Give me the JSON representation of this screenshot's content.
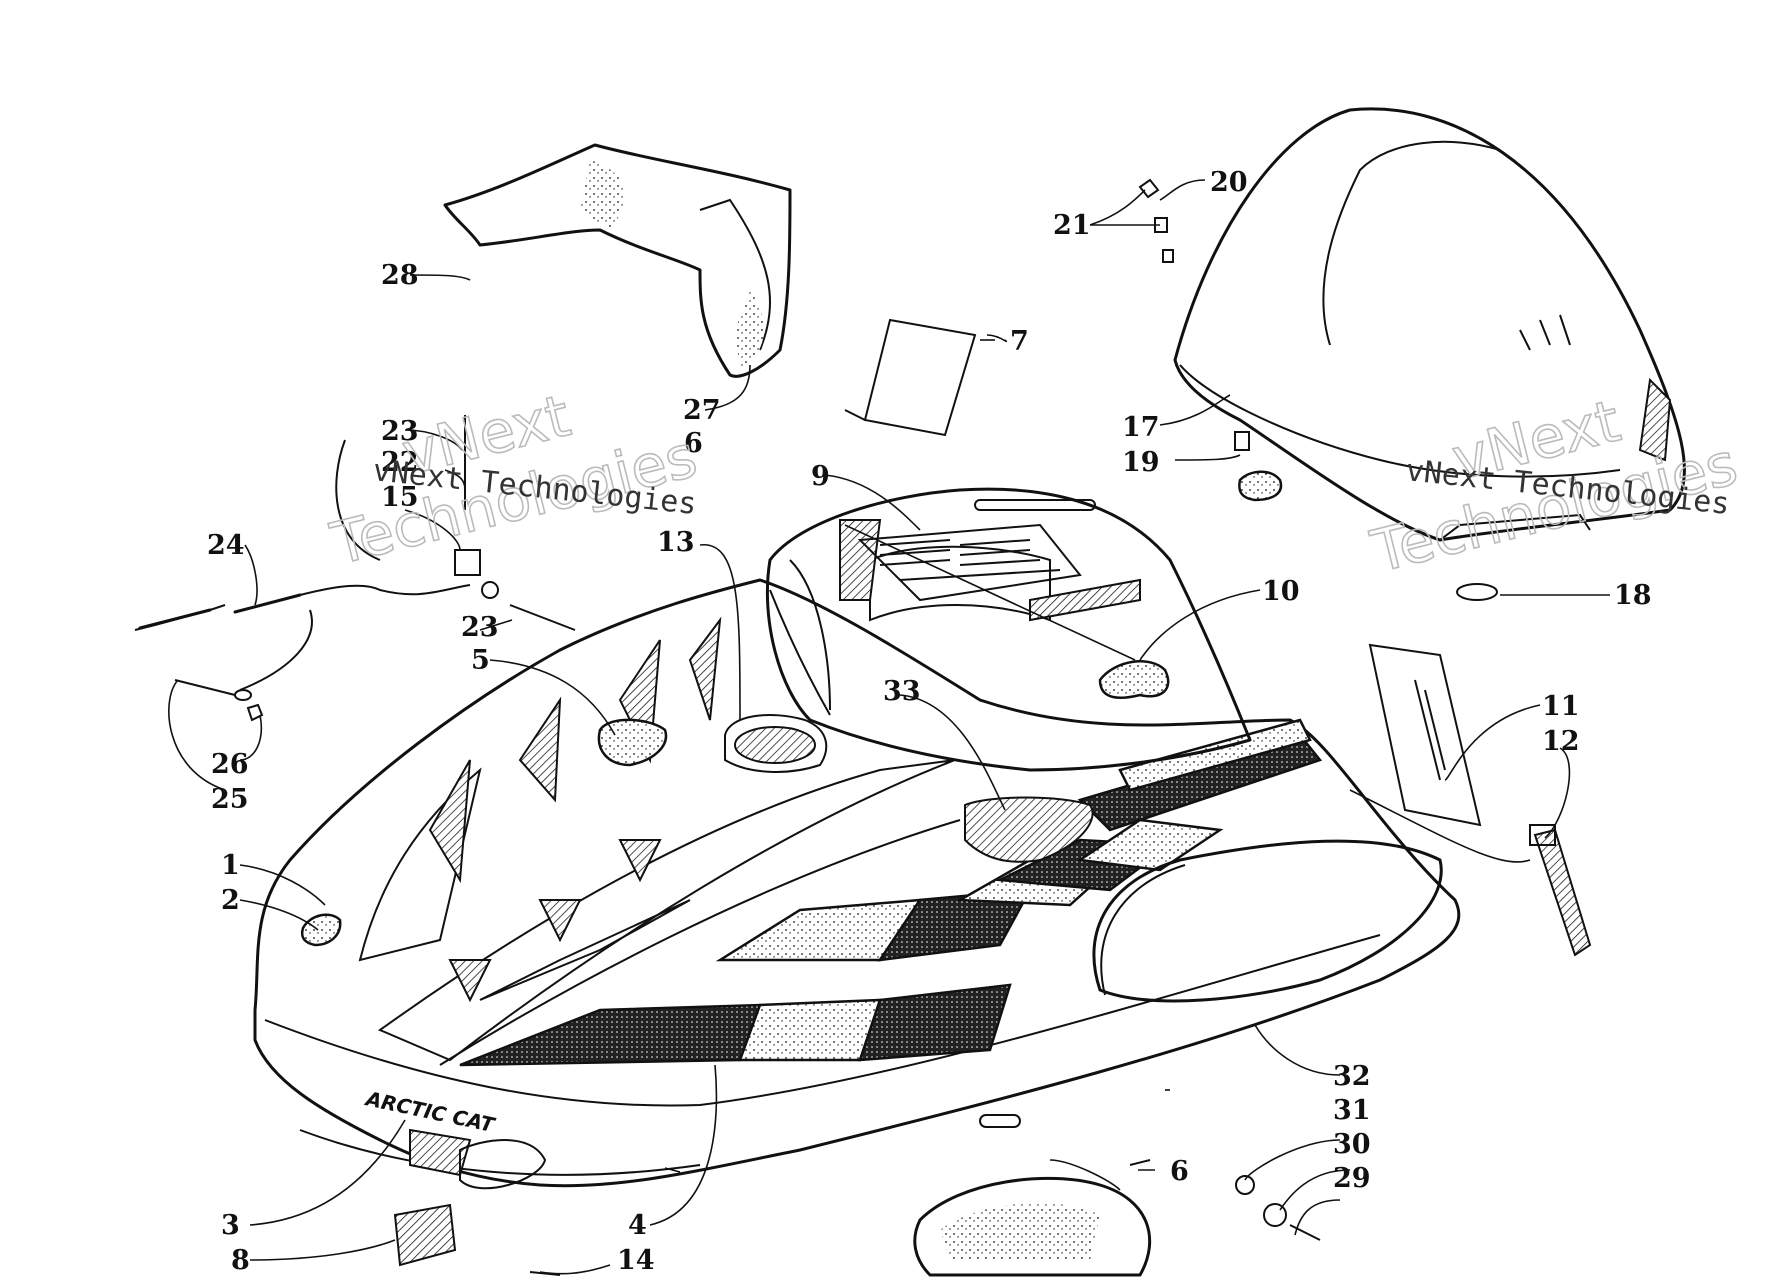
{
  "diagram": {
    "callouts": [
      "1",
      "2",
      "3",
      "4",
      "5",
      "6",
      "7",
      "8",
      "9",
      "10",
      "11",
      "12",
      "13",
      "14",
      "15",
      "17",
      "18",
      "19",
      "20",
      "21",
      "22",
      "23",
      "24",
      "25",
      "26",
      "27",
      "28",
      "29",
      "30",
      "31",
      "32",
      "33"
    ],
    "watermark": {
      "line1": "vNext",
      "line2": "Technologies",
      "caption": "vNext Technologies"
    },
    "decal_text": "ARCTIC CAT",
    "colors": {
      "ink": "#111111",
      "background": "#ffffff",
      "watermark": "#bbbbbb"
    }
  }
}
